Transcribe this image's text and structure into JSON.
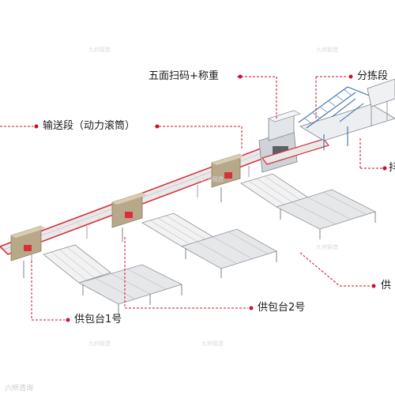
{
  "labels": {
    "scan_weigh": "五面扫码+称重",
    "sort_section": "分拣段",
    "conveyor_section": "输送段（动力滚筒）",
    "feeder_1": "供包台1号",
    "feeder_2": "供包台2号",
    "feeder_right": "供",
    "cut_right": "抖"
  },
  "watermarks": [
    "九何智造",
    "九何智造",
    "九何智造",
    "九何智造",
    "九何智造",
    "九何智造"
  ],
  "brand_watermark": "六所咨询",
  "colors": {
    "leader_line": "#c8102e",
    "belt_frame": "#d8303a",
    "steel": "#8a9099",
    "stair_blue": "#3a6ea5"
  }
}
